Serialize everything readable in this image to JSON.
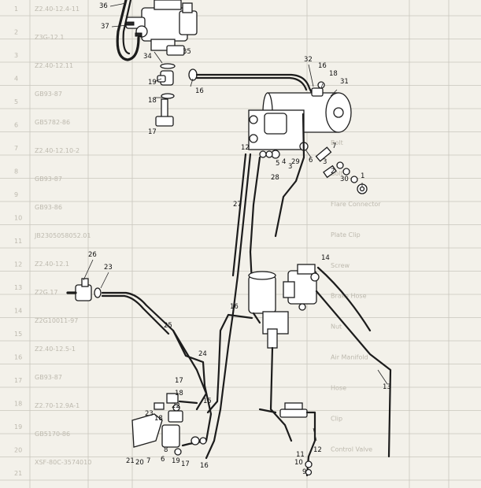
{
  "callouts": [
    {
      "text": "36"
    },
    {
      "text": "37"
    },
    {
      "text": "34"
    },
    {
      "text": "35"
    },
    {
      "text": "19"
    },
    {
      "text": "18"
    },
    {
      "text": "16"
    },
    {
      "text": "17"
    },
    {
      "text": "32"
    },
    {
      "text": "16"
    },
    {
      "text": "18"
    },
    {
      "text": "31"
    },
    {
      "text": "12"
    },
    {
      "text": "7"
    },
    {
      "text": "3"
    },
    {
      "text": "2"
    },
    {
      "text": "30"
    },
    {
      "text": "1"
    },
    {
      "text": "29"
    },
    {
      "text": "6"
    },
    {
      "text": "28"
    },
    {
      "text": "5"
    },
    {
      "text": "4"
    },
    {
      "text": "3"
    },
    {
      "text": "27"
    },
    {
      "text": "14"
    },
    {
      "text": "26"
    },
    {
      "text": "23"
    },
    {
      "text": "16"
    },
    {
      "text": "25"
    },
    {
      "text": "24"
    },
    {
      "text": "13"
    },
    {
      "text": "17"
    },
    {
      "text": "18"
    },
    {
      "text": "15"
    },
    {
      "text": "22"
    },
    {
      "text": "23"
    },
    {
      "text": "18"
    },
    {
      "text": "21"
    },
    {
      "text": "20"
    },
    {
      "text": "7"
    },
    {
      "text": "6"
    },
    {
      "text": "8"
    },
    {
      "text": "19"
    },
    {
      "text": "17"
    },
    {
      "text": "16"
    },
    {
      "text": "12"
    },
    {
      "text": "11"
    },
    {
      "text": "10"
    },
    {
      "text": "9"
    }
  ],
  "background_table": {
    "row_numbers": [
      "1",
      "2",
      "3",
      "4",
      "5",
      "6",
      "7",
      "8",
      "9",
      "10",
      "11",
      "12",
      "13",
      "14",
      "15",
      "16",
      "17",
      "18",
      "19",
      "20",
      "21"
    ],
    "codes": [
      "Z2.40-12.4-11",
      "Z3G-12.1",
      "Z2.40-12.11",
      "GB93-87",
      "GB5782-86",
      "Z2.40-12.10-2",
      "GB93-87",
      "GB93-86",
      "JB2305058052.01",
      "Z2.40-12.1",
      "Z2G.17",
      "Z2G10011-97",
      "Z2.40-12.5-1",
      "GB93-87",
      "Z2.70-12.9A-1",
      "GB5170-86",
      "XSF-80C-3574010"
    ],
    "english": [
      "Bolt",
      "Bolt",
      "Flare Connector",
      "Plate Clip",
      "Screw",
      "Brake Hose",
      "Nut",
      "Air Manifold",
      "Hose",
      "Clip",
      "Control Valve"
    ]
  }
}
